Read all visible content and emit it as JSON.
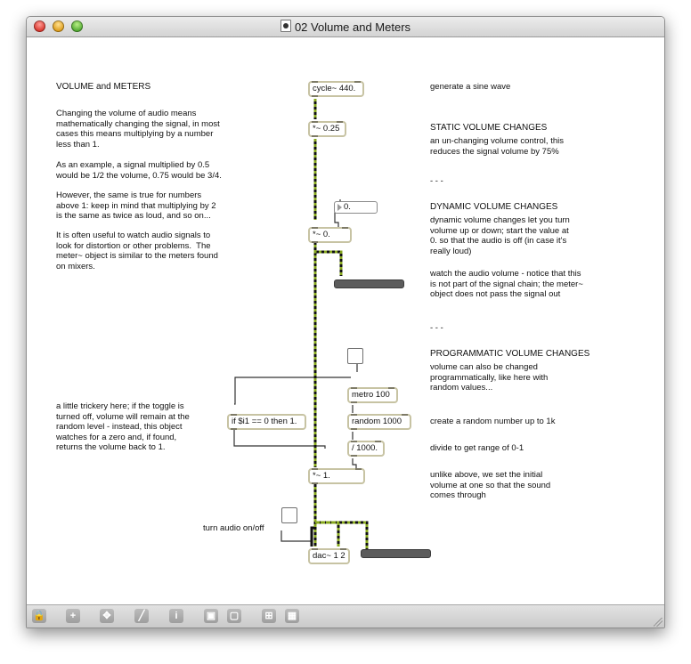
{
  "window": {
    "title": "02 Volume and Meters"
  },
  "comments": {
    "heading": "VOLUME and METERS",
    "intro": "Changing the volume of audio means\nmathematically changing the signal, in most\ncases this means multiplying by a number\nless than 1.",
    "example": "As an example, a signal multiplied by 0.5\nwould be 1/2 the volume, 0.75 would be 3/4.",
    "however": "However, the same is true for numbers\nabove 1: keep in mind that multiplying by 2\nis the same as twice as loud, and so on...",
    "meters": "It is often useful to watch audio signals to\nlook for distortion or other problems.  The\nmeter~ object is similar to the meters found\non mixers.",
    "trickery": "a little trickery here; if the toggle is\nturned off, volume will remain at the\nrandom level - instead, this object\nwatches for a zero and, if found,\nreturns the volume back to 1.",
    "turn_audio": "turn audio on/off",
    "generate": "generate a sine wave",
    "static_head": "STATIC VOLUME CHANGES",
    "static_body": "an un-changing volume control, this\nreduces the signal volume by 75%",
    "sep1": "- - -",
    "dynamic_head": "DYNAMIC VOLUME CHANGES",
    "dynamic_body": "dynamic volume changes let you turn\nvolume up or down; start the value at\n0. so that the audio is off (in case it's\nreally loud)",
    "watch": "watch the audio volume - notice that this\nis not part of the signal chain; the meter~\nobject does not pass the signal out",
    "sep2": "- - -",
    "prog_head": "PROGRAMMATIC VOLUME CHANGES",
    "prog_body": "volume can also be changed\nprogrammatically, like here with\nrandom values...",
    "random_note": "create a random number up to 1k",
    "divide_note": "divide to get range of 0-1",
    "unlike": "unlike above, we set the initial\nvolume at one so that the sound\ncomes through"
  },
  "objects": {
    "cycle": "cycle~ 440.",
    "mul_static": "*~ 0.25",
    "mul_dynamic": "*~ 0.",
    "number_value": "0.",
    "metro": "metro 100",
    "random": "random 1000",
    "divide": "/ 1000.",
    "mul_prog": "*~ 1.",
    "if_expr": "if $i1 == 0 then 1.",
    "dac": "dac~ 1 2"
  },
  "toolbar": {
    "info_label": "i",
    "add_label": "+"
  },
  "colors": {
    "signal_cord": "#87a81e",
    "object_border": "#c7c3a3",
    "meter": "#5c5c5c"
  }
}
